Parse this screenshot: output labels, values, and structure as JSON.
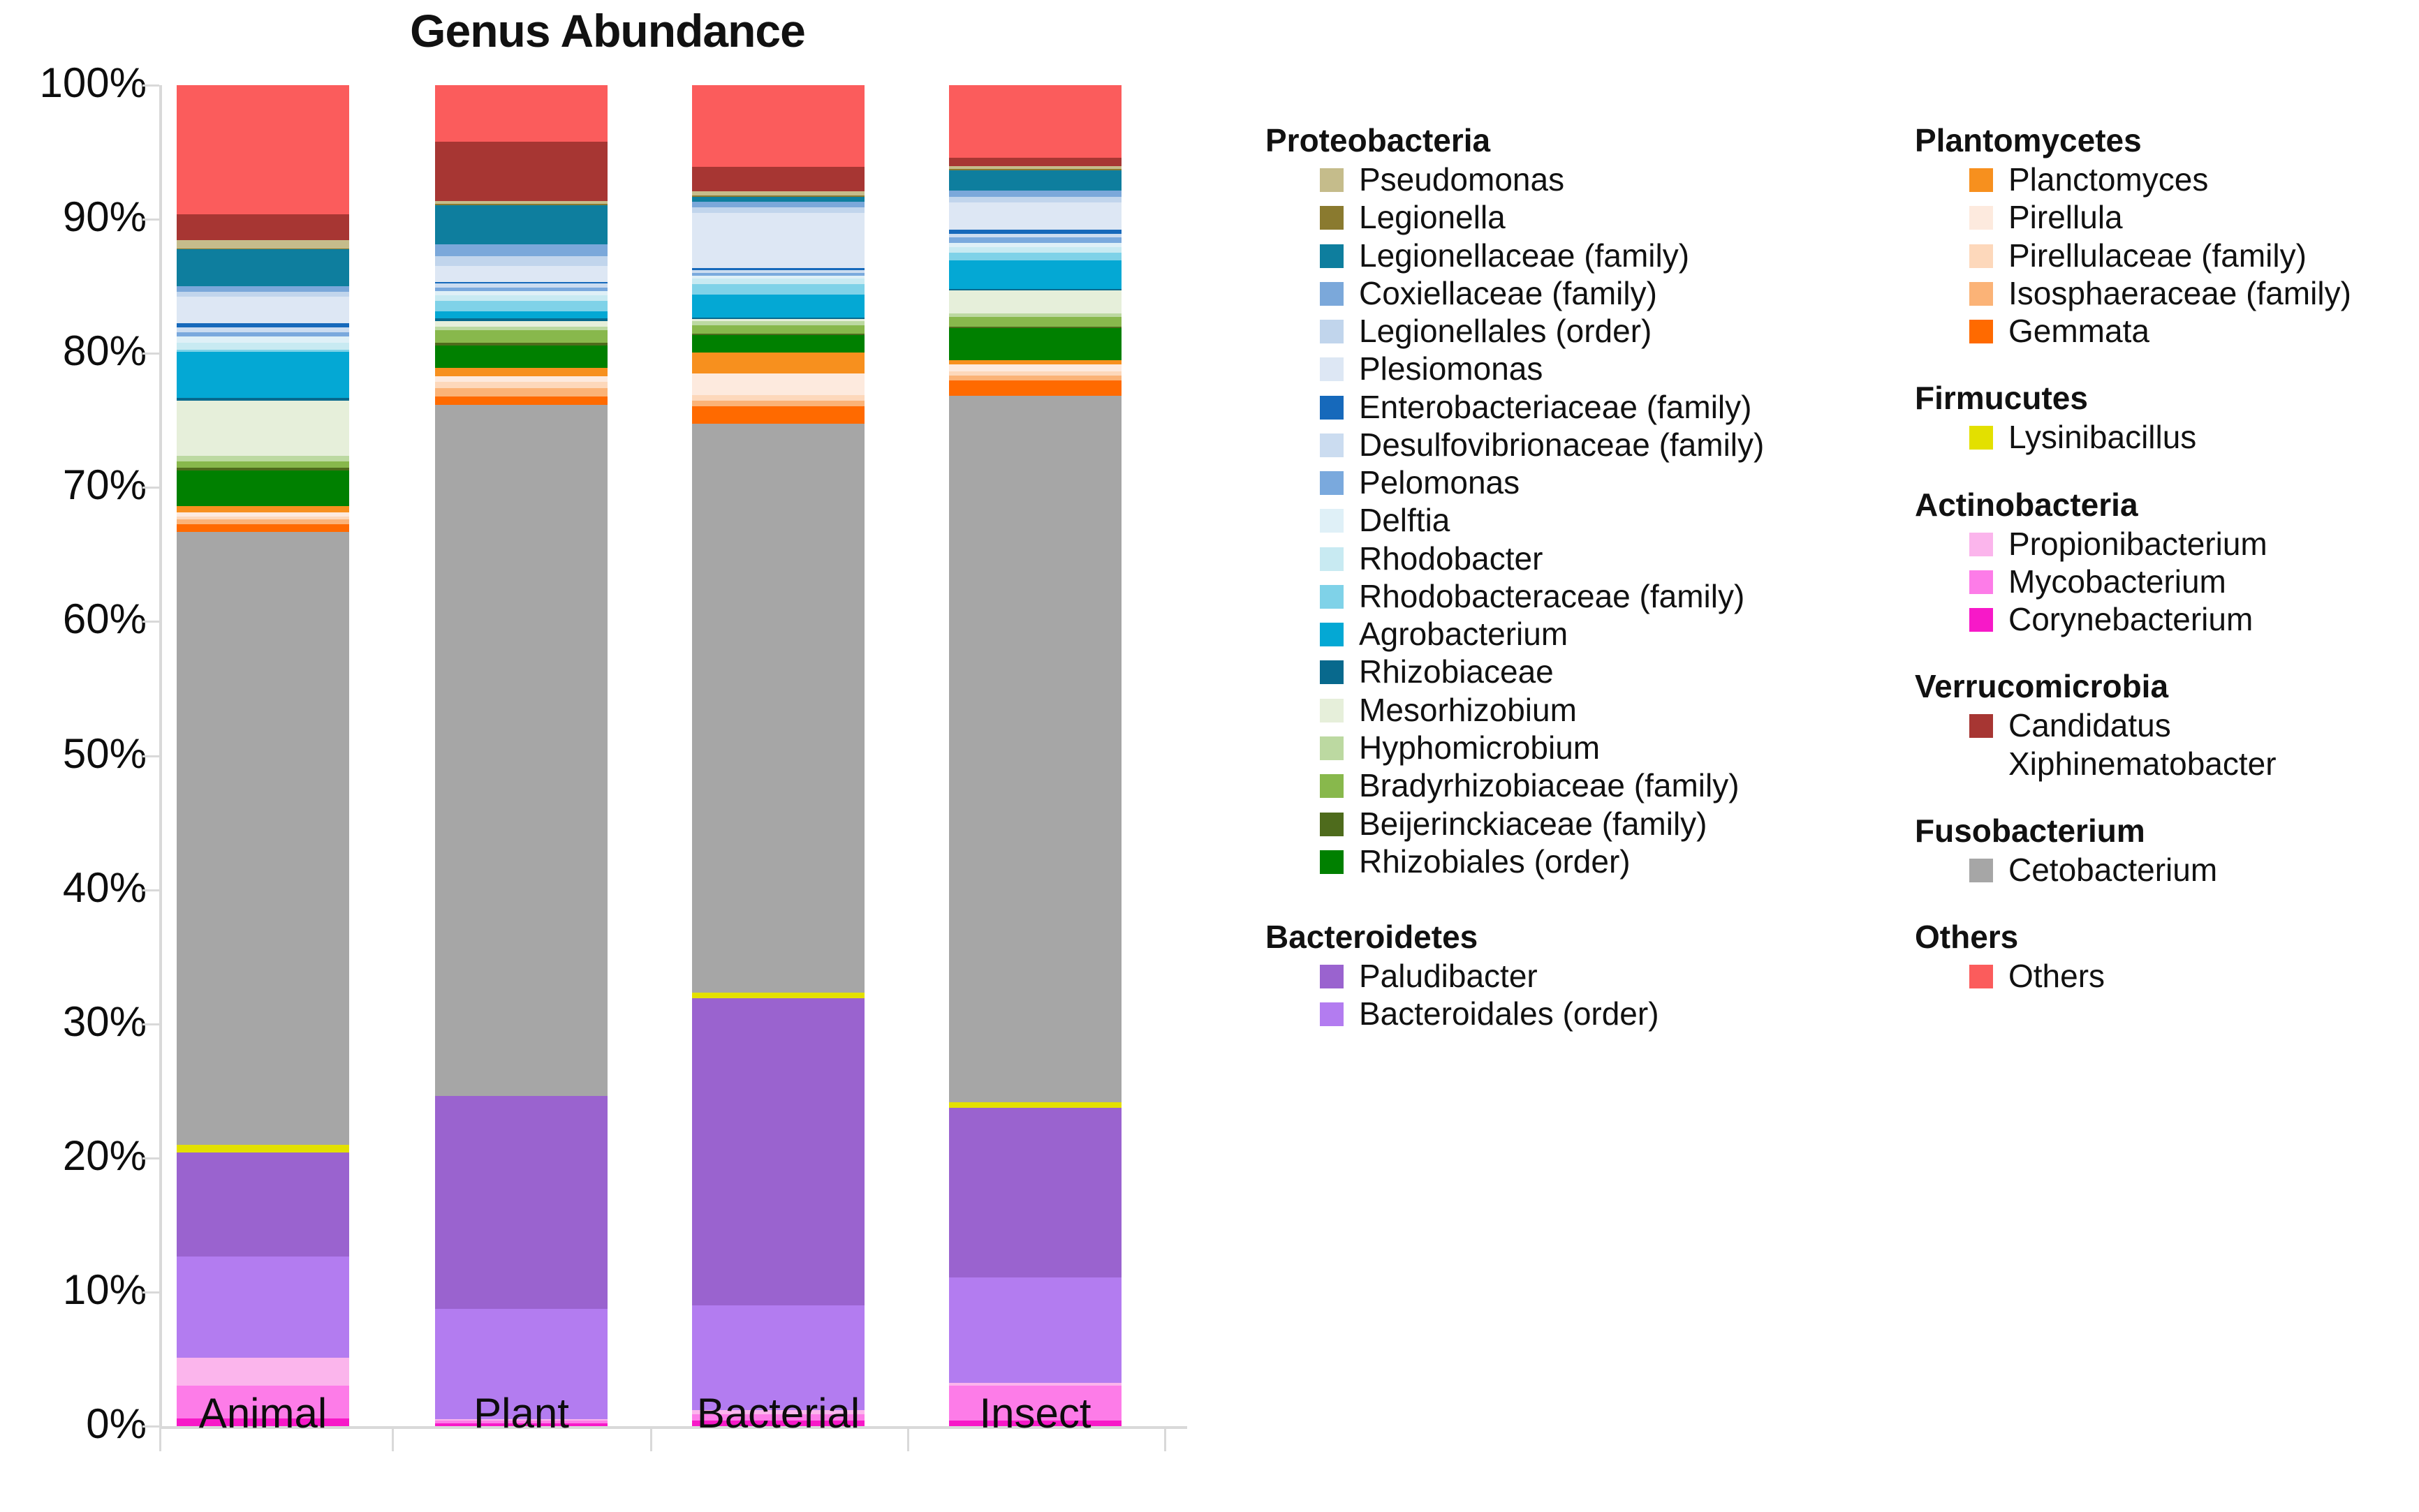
{
  "chart_data": {
    "type": "bar",
    "subtype": "stacked-100-percent",
    "title": "Genus Abundance",
    "xlabel": "",
    "ylabel": "",
    "ylim": [
      0,
      100
    ],
    "yunit": "%",
    "ytick_labels": [
      "0%",
      "10%",
      "20%",
      "30%",
      "40%",
      "50%",
      "60%",
      "70%",
      "80%",
      "90%",
      "100%"
    ],
    "ytick_values": [
      0,
      10,
      20,
      30,
      40,
      50,
      60,
      70,
      80,
      90,
      100
    ],
    "grid": false,
    "legend_position": "right",
    "categories": [
      "Animal",
      "Plant",
      "Bacterial",
      "Insect"
    ],
    "stack_order_bottom_to_top": [
      "Corynebacterium",
      "Mycobacterium",
      "Propionibacterium",
      "Bacteroidales (order)",
      "Paludibacter",
      "Lysinibacillus",
      "Cetobacterium",
      "Gemmata",
      "Isosphaeraceae (family)",
      "Pirellulaceae (family)",
      "Pirellula",
      "Planctomyces",
      "Rhizobiales (order)",
      "Beijerinckiaceae (family)",
      "Bradyrhizobiaceae (family)",
      "Hyphomicrobium",
      "Mesorhizobium",
      "Rhizobiaceae",
      "Agrobacterium",
      "Rhodobacteraceae (family)",
      "Rhodobacter",
      "Delftia",
      "Pelomonas",
      "Desulfovibrionaceae (family)",
      "Enterobacteriaceae (family)",
      "Plesiomonas",
      "Legionellales (order)",
      "Coxiellaceae (family)",
      "Legionellaceae (family)",
      "Legionella",
      "Pseudomonas",
      "Candidatus Xiphinematobacter",
      "Others"
    ],
    "series": [
      {
        "name": "Corynebacterium",
        "color": "#f719c8",
        "values": [
          0.6,
          0.2,
          0.4,
          0.4
        ]
      },
      {
        "name": "Mycobacterium",
        "color": "#fd7ce8",
        "values": [
          2.5,
          0.2,
          0.5,
          2.6
        ]
      },
      {
        "name": "Propionibacterium",
        "color": "#fbb5ec",
        "values": [
          2.1,
          0.1,
          0.3,
          0.2
        ]
      },
      {
        "name": "Bacteroidales (order)",
        "color": "#b37cf0",
        "values": [
          7.7,
          8.2,
          7.8,
          7.8
        ]
      },
      {
        "name": "Paludibacter",
        "color": "#9a63cf",
        "values": [
          7.9,
          15.8,
          22.9,
          12.6
        ]
      },
      {
        "name": "Lysinibacillus",
        "color": "#e3e000",
        "values": [
          0.6,
          0.0,
          0.4,
          0.4
        ]
      },
      {
        "name": "Cetobacterium",
        "color": "#a6a6a6",
        "values": [
          46.6,
          51.3,
          42.4,
          52.4
        ]
      },
      {
        "name": "Gemmata",
        "color": "#ff6a00",
        "values": [
          0.6,
          0.6,
          1.3,
          1.1
        ]
      },
      {
        "name": "Isosphaeraceae (family)",
        "color": "#fbb377",
        "values": [
          0.4,
          0.6,
          0.4,
          0.4
        ]
      },
      {
        "name": "Pirellulaceae (family)",
        "color": "#fdd8bb",
        "values": [
          0.2,
          0.5,
          0.4,
          0.3
        ]
      },
      {
        "name": "Pirellula",
        "color": "#fdeade",
        "values": [
          0.3,
          0.4,
          1.6,
          0.5
        ]
      },
      {
        "name": "Planctomyces",
        "color": "#f7901e",
        "values": [
          0.5,
          0.6,
          1.6,
          0.3
        ]
      },
      {
        "name": "Rhizobiales (order)",
        "color": "#008000",
        "values": [
          2.7,
          1.7,
          1.3,
          2.4
        ]
      },
      {
        "name": "Beijerinckiaceae (family)",
        "color": "#4e6b1c",
        "values": [
          0.2,
          0.2,
          0.1,
          0.1
        ]
      },
      {
        "name": "Bradyrhizobiaceae (family)",
        "color": "#88b84c",
        "values": [
          0.5,
          0.9,
          0.6,
          0.7
        ]
      },
      {
        "name": "Hyphomicrobium",
        "color": "#bcd9a1",
        "values": [
          0.4,
          0.3,
          0.3,
          0.3
        ]
      },
      {
        "name": "Mesorhizobium",
        "color": "#e6efda",
        "values": [
          4.2,
          0.4,
          0.2,
          1.7
        ]
      },
      {
        "name": "Rhizobiaceae",
        "color": "#08698d",
        "values": [
          0.2,
          0.2,
          0.1,
          0.1
        ]
      },
      {
        "name": "Agrobacterium",
        "color": "#04a8d4",
        "values": [
          3.5,
          0.5,
          1.7,
          2.1
        ]
      },
      {
        "name": "Rhodobacteraceae (family)",
        "color": "#7fd2e8",
        "values": [
          0.2,
          0.8,
          0.8,
          0.6
        ]
      },
      {
        "name": "Rhodobacter",
        "color": "#c8eaf2",
        "values": [
          0.5,
          0.4,
          0.4,
          0.4
        ]
      },
      {
        "name": "Delftia",
        "color": "#dff0f7",
        "values": [
          0.5,
          0.3,
          0.2,
          0.3
        ]
      },
      {
        "name": "Pelomonas",
        "color": "#7aa9dd",
        "values": [
          0.3,
          0.3,
          0.2,
          0.4
        ]
      },
      {
        "name": "Desulfovibrionaceae (family)",
        "color": "#cbdcf0",
        "values": [
          0.4,
          0.3,
          0.2,
          0.3
        ]
      },
      {
        "name": "Enterobacteriaceae (family)",
        "color": "#1669bb",
        "values": [
          0.3,
          0.1,
          0.2,
          0.3
        ]
      },
      {
        "name": "Plesiomonas",
        "color": "#dde7f4",
        "values": [
          2.0,
          1.2,
          4.1,
          2.0
        ]
      },
      {
        "name": "Legionellales (order)",
        "color": "#c1d5ec",
        "values": [
          0.4,
          0.7,
          0.4,
          0.4
        ]
      },
      {
        "name": "Coxiellaceae (family)",
        "color": "#7ba8da",
        "values": [
          0.4,
          0.9,
          0.4,
          0.5
        ]
      },
      {
        "name": "Legionellaceae (family)",
        "color": "#0e7e9e",
        "values": [
          2.8,
          2.9,
          0.4,
          1.5
        ]
      },
      {
        "name": "Legionella",
        "color": "#8a7a2f",
        "values": [
          0.1,
          0.1,
          0.1,
          0.1
        ]
      },
      {
        "name": "Pseudomonas",
        "color": "#c5bc8b",
        "values": [
          0.6,
          0.2,
          0.3,
          0.2
        ]
      },
      {
        "name": "Candidatus Xiphinematobacter",
        "color": "#a73633",
        "values": [
          2.0,
          4.4,
          1.8,
          0.6
        ]
      },
      {
        "name": "Others",
        "color": "#fb5c5c",
        "values": [
          9.8,
          4.2,
          6.1,
          5.4
        ]
      }
    ]
  },
  "legend": {
    "columns": [
      {
        "groups": [
          {
            "title": "Proteobacteria",
            "items": [
              {
                "label": "Pseudomonas",
                "color": "#c5bc8b"
              },
              {
                "label": "Legionella",
                "color": "#8a7a2f"
              },
              {
                "label": "Legionellaceae (family)",
                "color": "#0e7e9e"
              },
              {
                "label": "Coxiellaceae (family)",
                "color": "#7ba8da"
              },
              {
                "label": "Legionellales (order)",
                "color": "#c1d5ec"
              },
              {
                "label": "Plesiomonas",
                "color": "#dde7f4"
              },
              {
                "label": "Enterobacteriaceae (family)",
                "color": "#1669bb"
              },
              {
                "label": "Desulfovibrionaceae (family)",
                "color": "#cbdcf0"
              },
              {
                "label": "Pelomonas",
                "color": "#7aa9dd"
              },
              {
                "label": "Delftia",
                "color": "#dff0f7"
              },
              {
                "label": "Rhodobacter",
                "color": "#c8eaf2"
              },
              {
                "label": "Rhodobacteraceae (family)",
                "color": "#7fd2e8"
              },
              {
                "label": "Agrobacterium",
                "color": "#04a8d4"
              },
              {
                "label": "Rhizobiaceae",
                "color": "#08698d"
              },
              {
                "label": "Mesorhizobium",
                "color": "#e6efda"
              },
              {
                "label": "Hyphomicrobium",
                "color": "#bcd9a1"
              },
              {
                "label": "Bradyrhizobiaceae (family)",
                "color": "#88b84c"
              },
              {
                "label": "Beijerinckiaceae (family)",
                "color": "#4e6b1c"
              },
              {
                "label": "Rhizobiales (order)",
                "color": "#008000"
              }
            ]
          },
          {
            "title": "Bacteroidetes",
            "items": [
              {
                "label": "Paludibacter",
                "color": "#9a63cf"
              },
              {
                "label": "Bacteroidales (order)",
                "color": "#b37cf0"
              }
            ]
          }
        ]
      },
      {
        "groups": [
          {
            "title": "Plantomycetes",
            "items": [
              {
                "label": "Planctomyces",
                "color": "#f7901e"
              },
              {
                "label": "Pirellula",
                "color": "#fdeade"
              },
              {
                "label": "Pirellulaceae (family)",
                "color": "#fdd8bb"
              },
              {
                "label": "Isosphaeraceae (family)",
                "color": "#fbb377"
              },
              {
                "label": "Gemmata",
                "color": "#ff6a00"
              }
            ]
          },
          {
            "title": "Firmucutes",
            "items": [
              {
                "label": "Lysinibacillus",
                "color": "#e3e000"
              }
            ]
          },
          {
            "title": "Actinobacteria",
            "items": [
              {
                "label": "Propionibacterium",
                "color": "#fbb5ec"
              },
              {
                "label": "Mycobacterium",
                "color": "#fd7ce8"
              },
              {
                "label": "Corynebacterium",
                "color": "#f719c8"
              }
            ]
          },
          {
            "title": "Verrucomicrobia",
            "items": [
              {
                "label": "Candidatus\nXiphinematobacter",
                "color": "#a73633"
              }
            ]
          },
          {
            "title": "Fusobacterium",
            "items": [
              {
                "label": "Cetobacterium",
                "color": "#a6a6a6"
              }
            ]
          },
          {
            "title": "Others",
            "items": [
              {
                "label": "Others",
                "color": "#fb5c5c"
              }
            ]
          }
        ]
      }
    ]
  }
}
